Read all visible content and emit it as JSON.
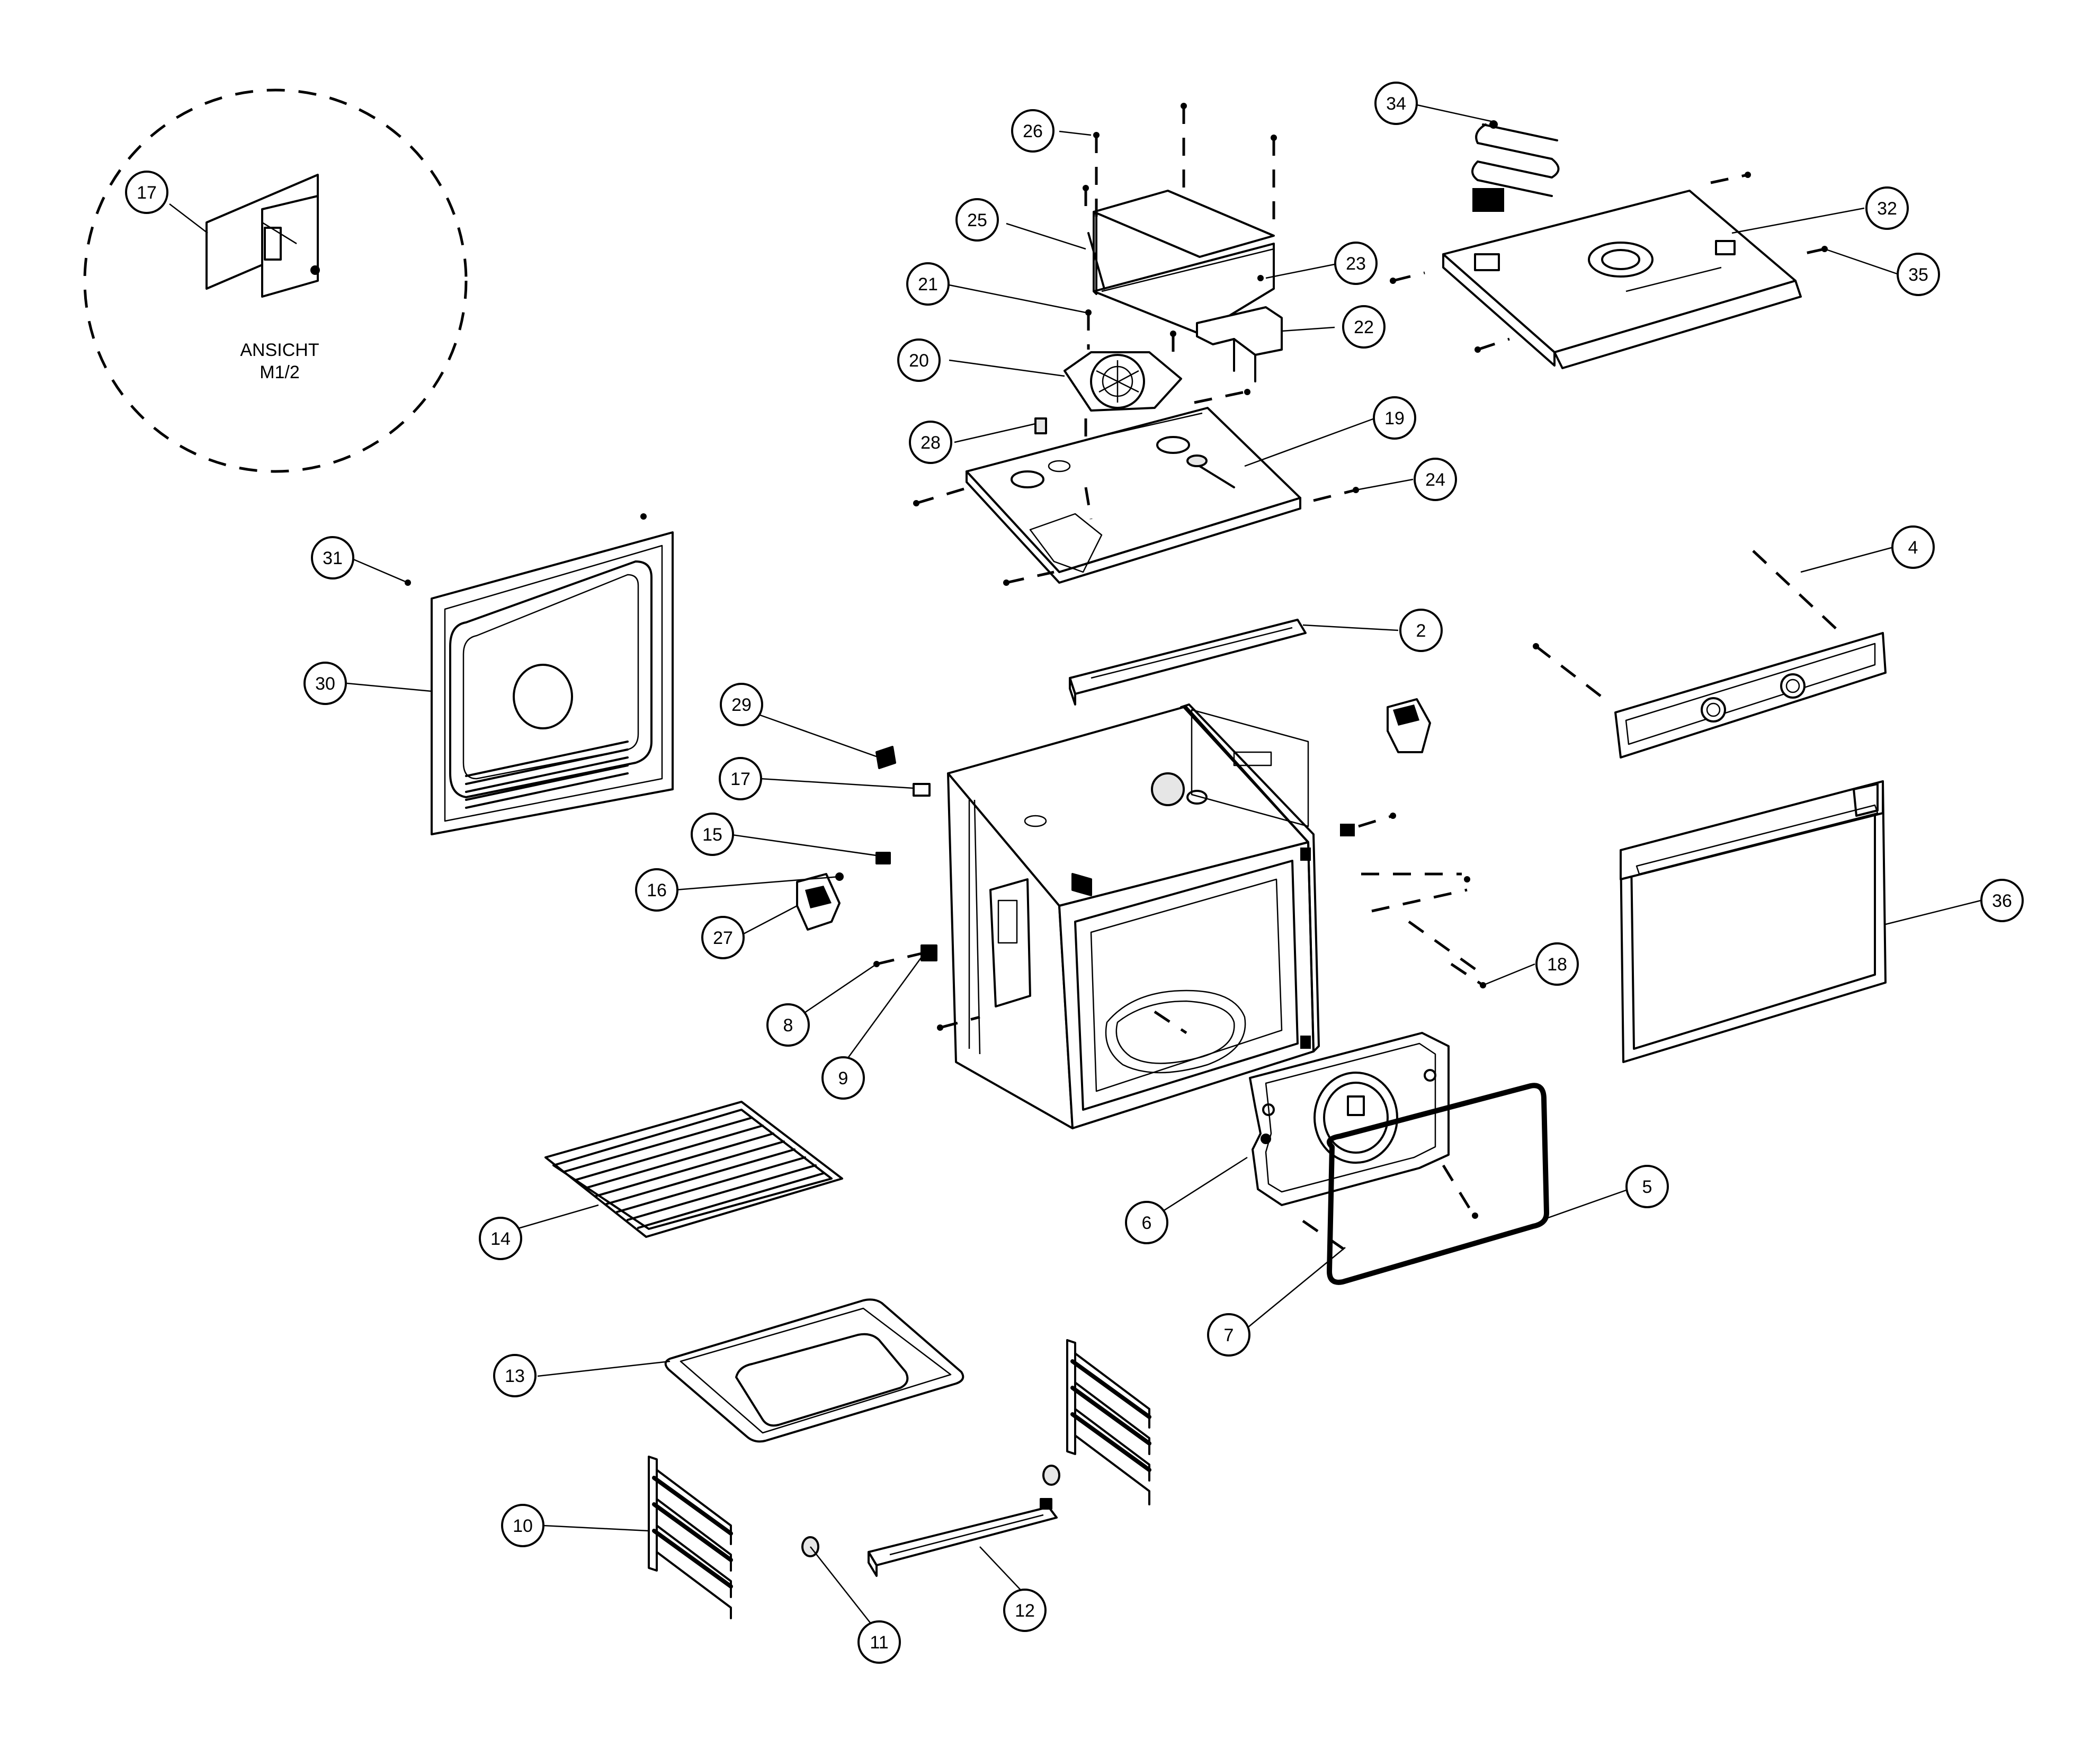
{
  "detail_view": {
    "label_line1": "ANSICHT",
    "label_line2": "M1/2",
    "callout": "17"
  },
  "callouts": [
    {
      "id": "c34",
      "label": "34"
    },
    {
      "id": "c26",
      "label": "26"
    },
    {
      "id": "c32",
      "label": "32"
    },
    {
      "id": "c25",
      "label": "25"
    },
    {
      "id": "c35",
      "label": "35"
    },
    {
      "id": "c23",
      "label": "23"
    },
    {
      "id": "c21",
      "label": "21"
    },
    {
      "id": "c22",
      "label": "22"
    },
    {
      "id": "c20",
      "label": "20"
    },
    {
      "id": "c19",
      "label": "19"
    },
    {
      "id": "c28",
      "label": "28"
    },
    {
      "id": "c24",
      "label": "24"
    },
    {
      "id": "c31",
      "label": "31"
    },
    {
      "id": "c4",
      "label": "4"
    },
    {
      "id": "c2",
      "label": "2"
    },
    {
      "id": "c30",
      "label": "30"
    },
    {
      "id": "c29",
      "label": "29"
    },
    {
      "id": "c17b",
      "label": "17"
    },
    {
      "id": "c15",
      "label": "15"
    },
    {
      "id": "c16",
      "label": "16"
    },
    {
      "id": "c36",
      "label": "36"
    },
    {
      "id": "c27",
      "label": "27"
    },
    {
      "id": "c18",
      "label": "18"
    },
    {
      "id": "c8",
      "label": "8"
    },
    {
      "id": "c9",
      "label": "9"
    },
    {
      "id": "c5",
      "label": "5"
    },
    {
      "id": "c6",
      "label": "6"
    },
    {
      "id": "c14",
      "label": "14"
    },
    {
      "id": "c7",
      "label": "7"
    },
    {
      "id": "c13",
      "label": "13"
    },
    {
      "id": "c10",
      "label": "10"
    },
    {
      "id": "c12",
      "label": "12"
    },
    {
      "id": "c11",
      "label": "11"
    }
  ]
}
